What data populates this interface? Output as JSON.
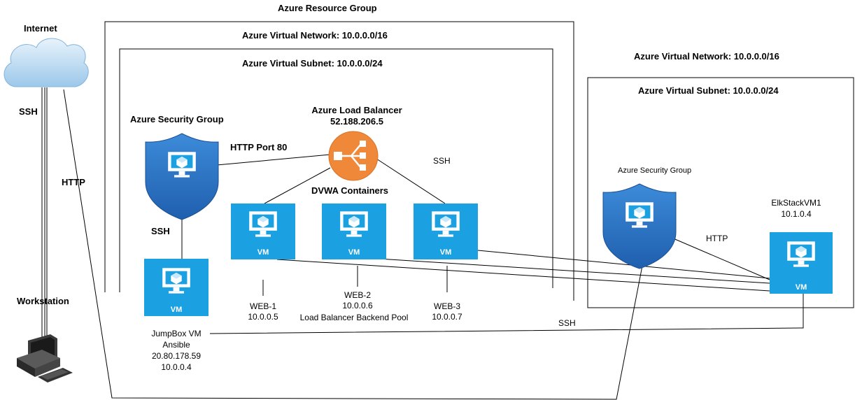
{
  "resource_group": {
    "title": "Azure Resource Group"
  },
  "vnet_main": {
    "title": "Azure Virtual Network: 10.0.0.0/16"
  },
  "subnet_main": {
    "title": "Azure Virtual Subnet: 10.0.0.0/24"
  },
  "vnet_elk": {
    "title": "Azure Virtual Network: 10.0.0.0/16"
  },
  "subnet_elk": {
    "title": "Azure Virtual Subnet: 10.0.0.0/24"
  },
  "internet": {
    "label": "Internet"
  },
  "workstation": {
    "label": "Workstation"
  },
  "security_group_main": {
    "label": "Azure Security Group"
  },
  "security_group_elk": {
    "label": "Azure Security Group"
  },
  "load_balancer": {
    "name": "Azure Load Balancer",
    "ip": "52.188.206.5"
  },
  "dvwa": {
    "label": "DVWA Containers"
  },
  "connections": {
    "ssh_internet": "SSH",
    "http_internet": "HTTP",
    "http_port": "HTTP Port 80",
    "ssh_sg_jumpbox": "SSH",
    "ssh_lb": "SSH",
    "http_elk": "HTTP",
    "ssh_elk": "SSH"
  },
  "vm_icon_label": "VM",
  "jumpbox": {
    "name": "JumpBox VM",
    "role": "Ansible",
    "public_ip": "20.80.178.59",
    "private_ip": "10.0.0.4"
  },
  "web1": {
    "name": "WEB-1",
    "ip": "10.0.0.5"
  },
  "web2": {
    "name": "WEB-2",
    "ip": "10.0.0.6"
  },
  "web3": {
    "name": "WEB-3",
    "ip": "10.0.0.7"
  },
  "backend_pool": {
    "label": "Load Balancer Backend Pool"
  },
  "elk": {
    "name": "ElkStackVM1",
    "ip": "10.1.0.4"
  },
  "colors": {
    "azure_blue": "#1BA1E2",
    "lb_orange": "#F0883A",
    "shield_dark": "#2B5FA8",
    "line": "#000000"
  }
}
